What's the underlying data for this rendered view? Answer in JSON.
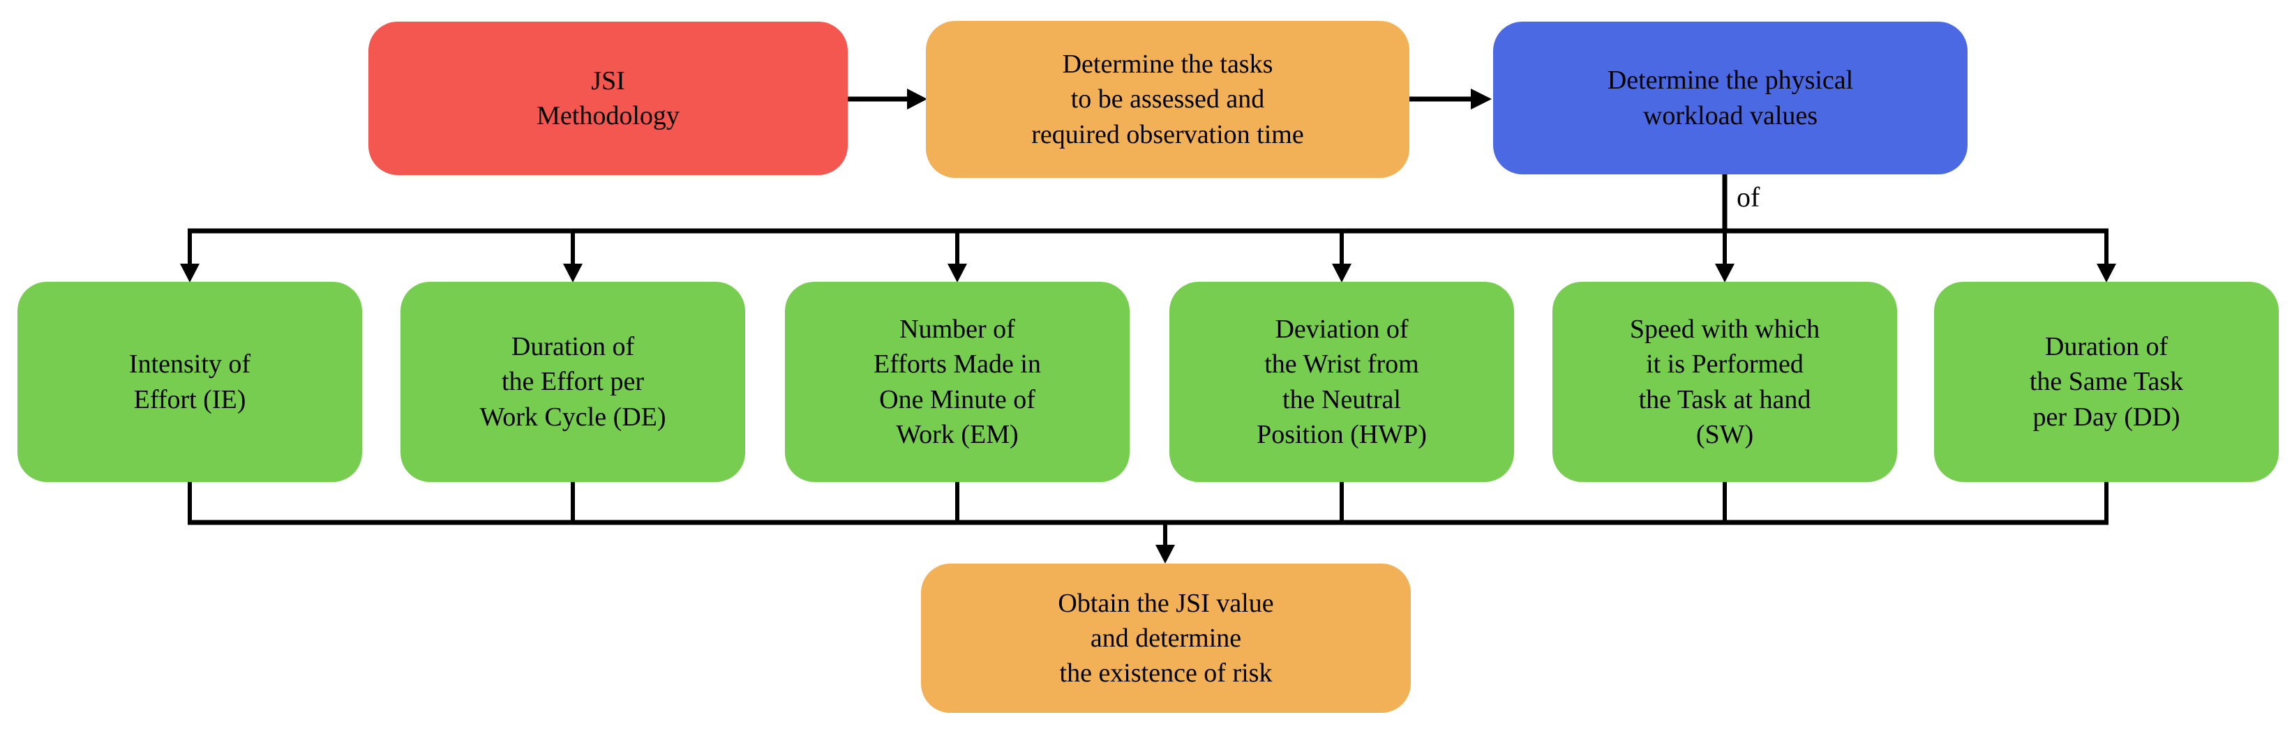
{
  "colors": {
    "start_red": "#f4574f",
    "process_orange": "#f2b157",
    "workload_blue": "#4c69e4",
    "factor_green": "#77cd50",
    "connector_black": "#000000",
    "text_black": "#000000"
  },
  "nodes": {
    "start": {
      "label": "JSI\nMethodology"
    },
    "tasks": {
      "label": "Determine the tasks\nto be assessed and\nrequired observation time"
    },
    "workload": {
      "label": "Determine the physical\nworkload values"
    },
    "factors": [
      {
        "label": "Intensity of\nEffort (IE)"
      },
      {
        "label": "Duration of\nthe Effort per\nWork Cycle (DE)"
      },
      {
        "label": "Number of\nEfforts Made in\nOne Minute of\nWork (EM)"
      },
      {
        "label": "Deviation of\nthe Wrist from\nthe Neutral\nPosition (HWP)"
      },
      {
        "label": "Speed with which\nit is Performed\nthe Task at hand\n(SW)"
      },
      {
        "label": "Duration of\nthe Same Task\nper Day (DD)"
      }
    ],
    "result": {
      "label": "Obtain the JSI value\nand determine\nthe existence of risk"
    }
  },
  "edge_labels": {
    "of": "of"
  }
}
